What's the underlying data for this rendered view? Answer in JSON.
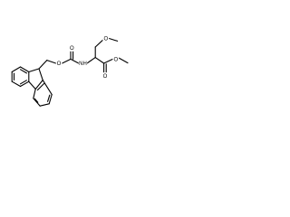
{
  "atoms": {
    "o_carbamate_ether": "O",
    "o_carbamate_carbonyl": "O",
    "nh": "NH",
    "o_methoxy": "O",
    "o_ester_ether": "O",
    "o_ester_carbonyl": "O"
  }
}
